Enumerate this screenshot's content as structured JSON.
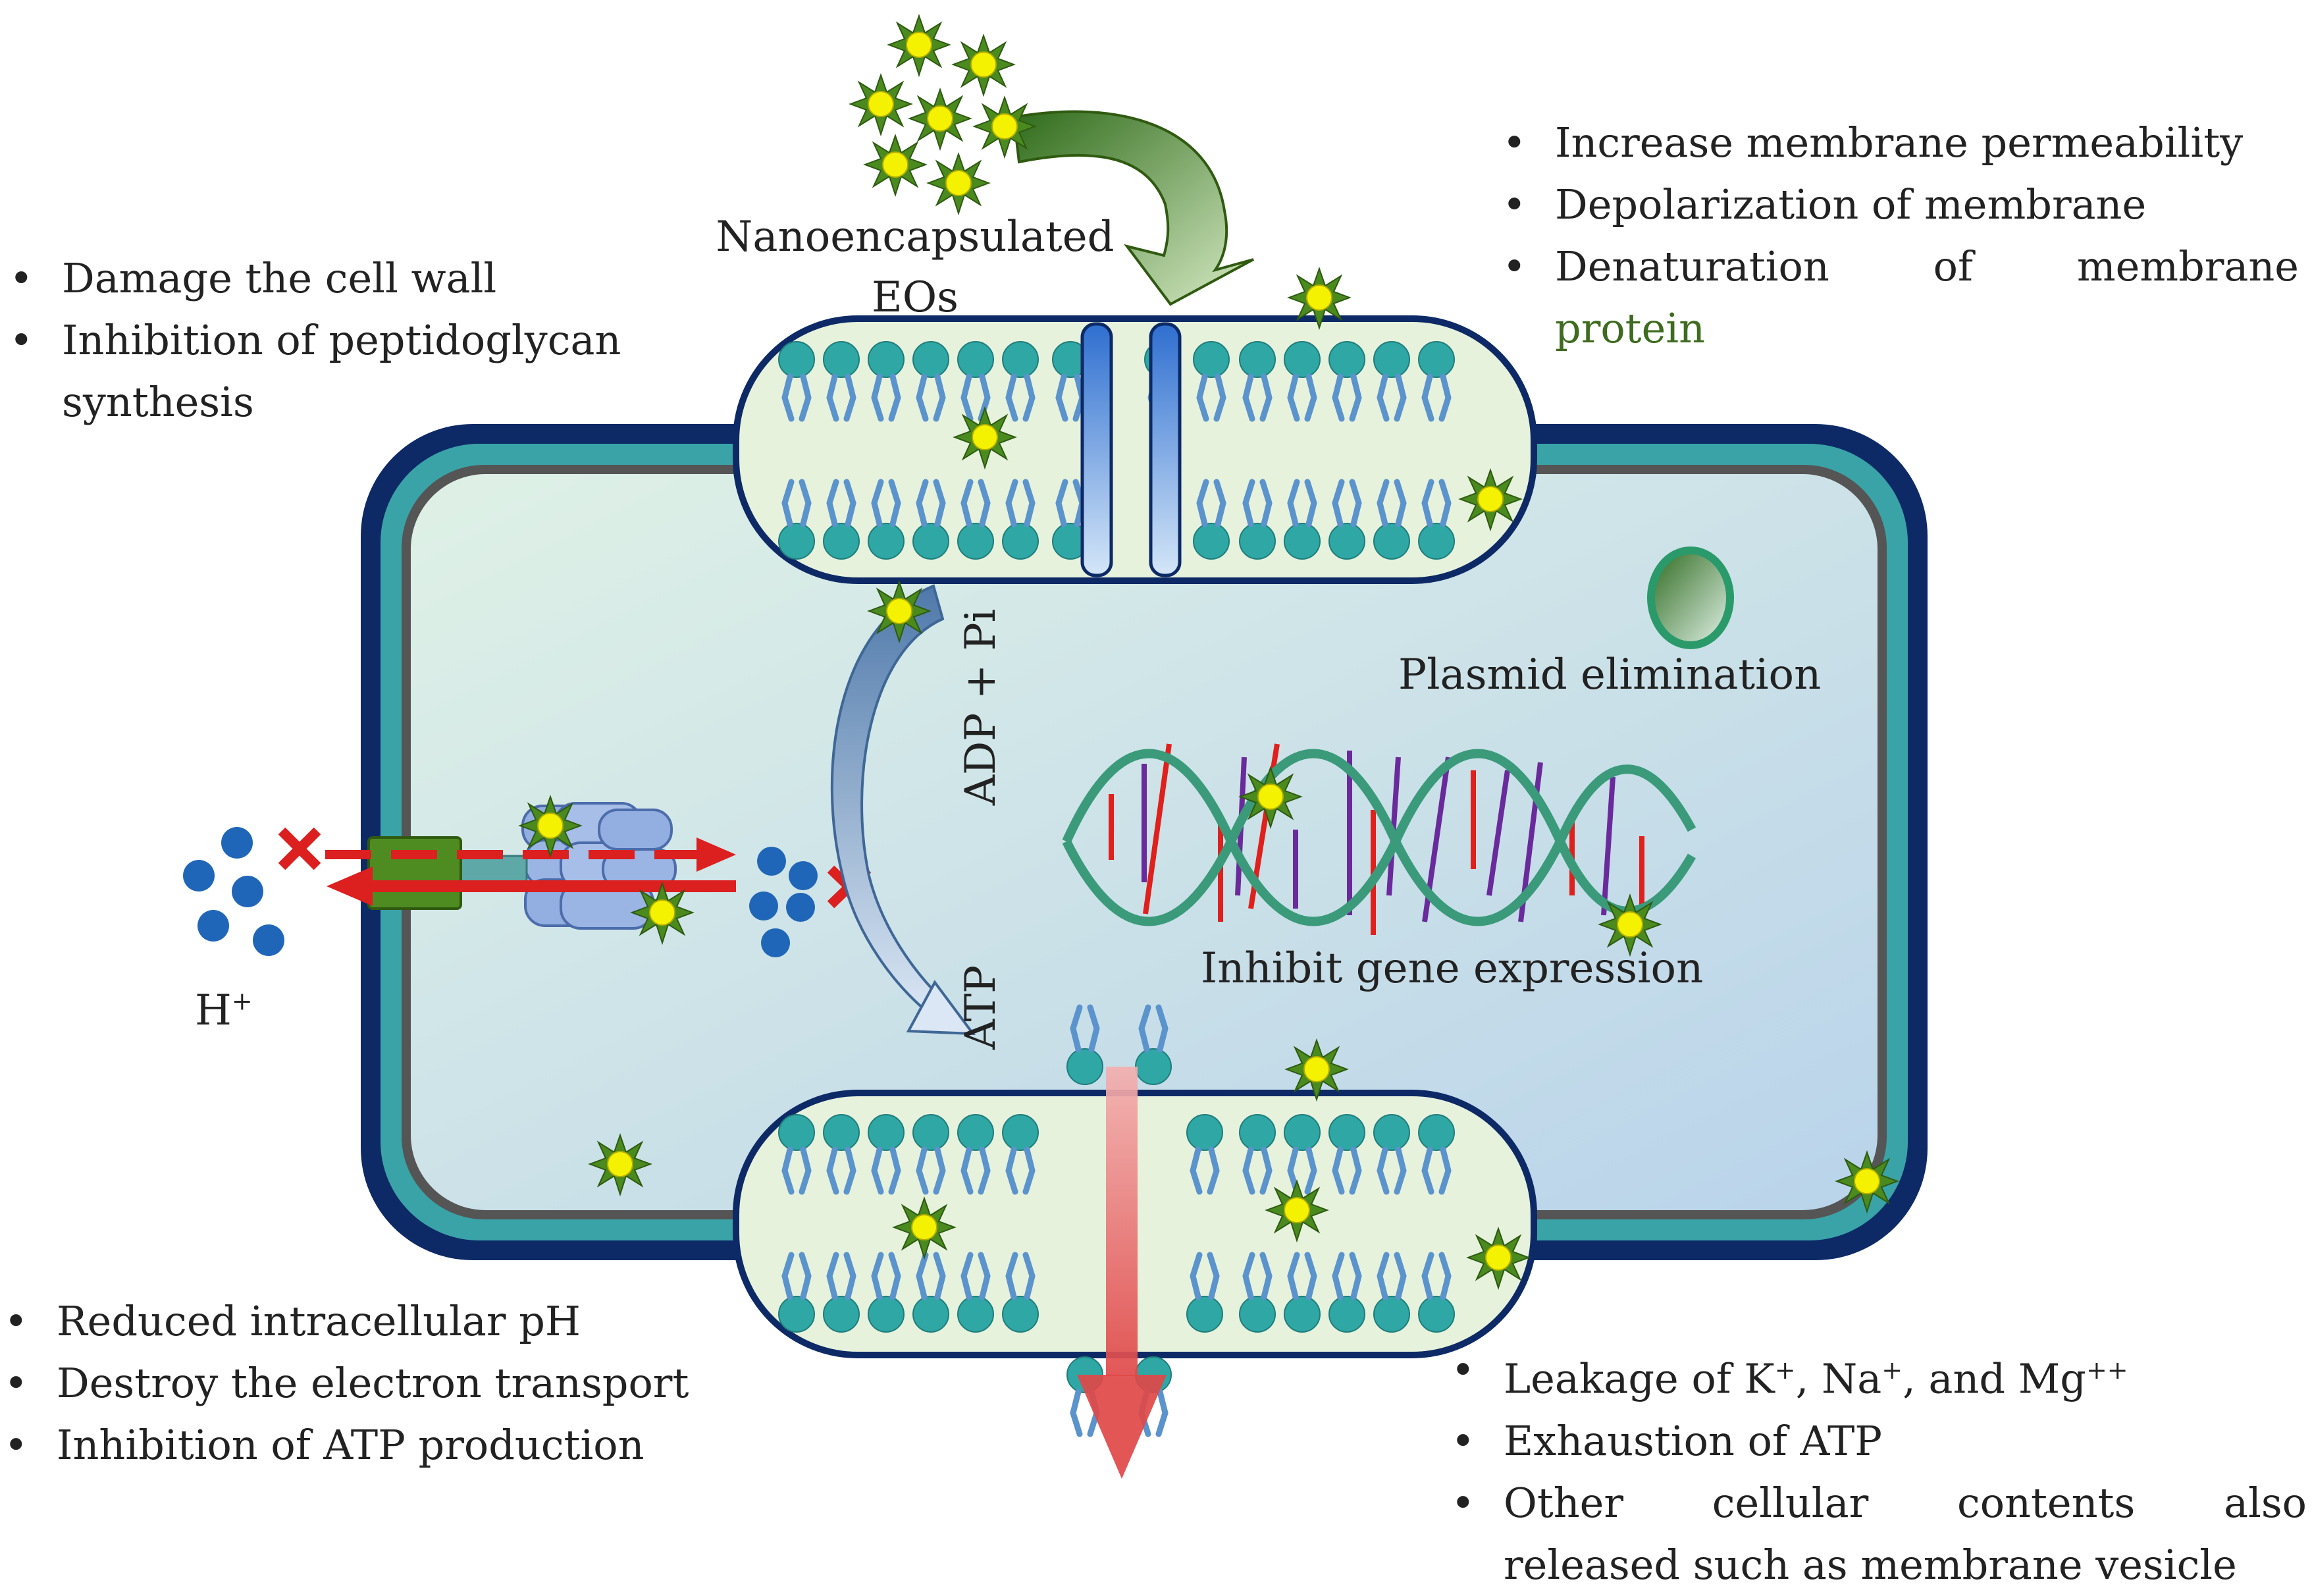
{
  "colors": {
    "outer_wall": "#0d2a66",
    "teal_layer": "#3aa3a8",
    "cytoplasm": "#d7eef0",
    "membrane_fill": "#e6f2dc",
    "lipid_head": "#2fa7a5",
    "lipid_tail": "#5b93cc",
    "ion": "#1f66b8",
    "red_arrow": "#dc1f1f",
    "dna_backbone": "#3a9a7a",
    "dna_red": "#e0201c",
    "dna_purple": "#6a2a9c",
    "star_green": "#4a8a1e",
    "star_yellow": "#f4f200"
  },
  "labels": {
    "nanoencapsulated_line1": "Nanoencapsulated",
    "nanoencapsulated_line2": "EOs",
    "plasmid": "Plasmid elimination",
    "gene_expression": "Inhibit gene expression",
    "adp_pi": "ADP + Pi",
    "atp": "ATP",
    "h_plus": "H",
    "h_plus_sup": "+"
  },
  "top_left_effects": {
    "item1": "Damage the cell wall",
    "item2": "Inhibition of peptidoglycan",
    "item2_cont": "synthesis"
  },
  "top_right_effects": {
    "item1": "Increase membrane permeability",
    "item2": "Depolarization of membrane",
    "item3_w1": "Denaturation",
    "item3_w2": "of",
    "item3_w3": "membrane",
    "item3_cont": "protein"
  },
  "bottom_left_effects": {
    "item1": "Reduced intracellular pH",
    "item2": "Destroy the electron transport",
    "item3": "Inhibition of ATP production"
  },
  "bottom_right_effects": {
    "item1_a": "Leakage of K",
    "item1_sup1": "+",
    "item1_b": ", Na",
    "item1_sup2": "+",
    "item1_c": ", and Mg",
    "item1_sup3": "++",
    "item2": "Exhaustion of ATP",
    "item3_w1": "Other",
    "item3_w2": "cellular",
    "item3_w3": "contents",
    "item3_w4": "also",
    "item3_cont": "released such as membrane vesicle"
  }
}
